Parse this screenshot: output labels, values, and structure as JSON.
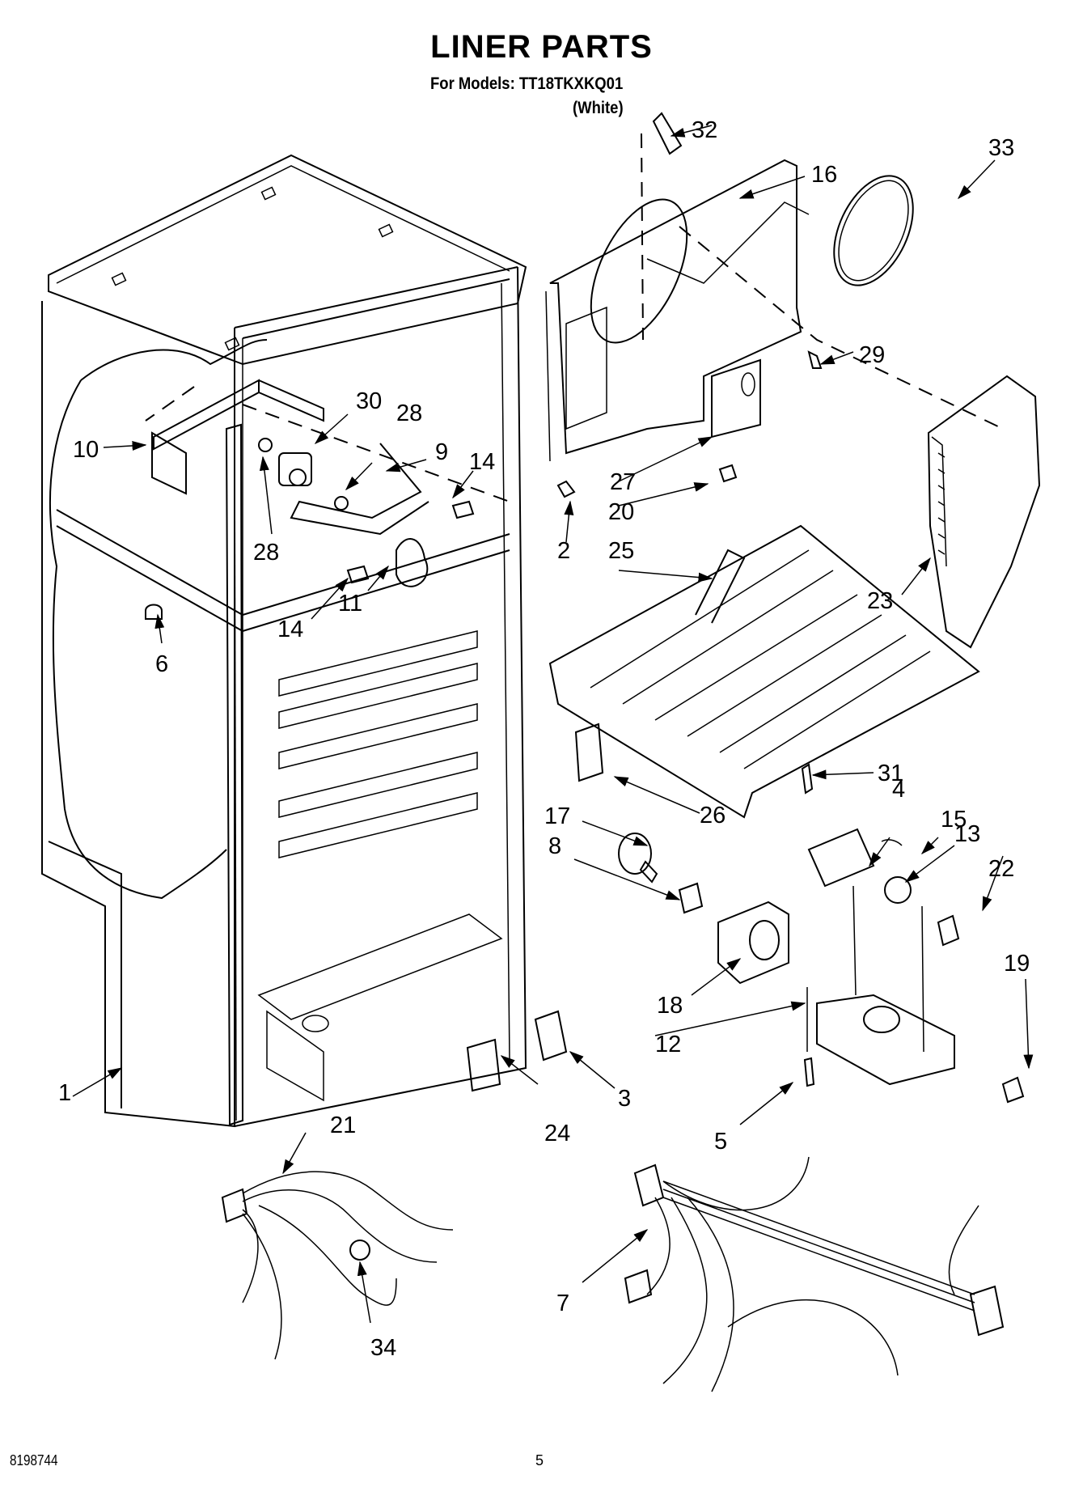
{
  "header": {
    "title": "LINER PARTS",
    "models_line": "For Models: TT18TKXKQ01",
    "color_line": "(White)"
  },
  "footer": {
    "document_number": "8198744",
    "page_number": "5"
  },
  "callouts": [
    {
      "id": "1",
      "label": "1"
    },
    {
      "id": "2",
      "label": "2"
    },
    {
      "id": "3",
      "label": "3"
    },
    {
      "id": "4",
      "label": "4"
    },
    {
      "id": "5",
      "label": "5"
    },
    {
      "id": "6",
      "label": "6"
    },
    {
      "id": "7",
      "label": "7"
    },
    {
      "id": "8",
      "label": "8"
    },
    {
      "id": "9",
      "label": "9"
    },
    {
      "id": "10",
      "label": "10"
    },
    {
      "id": "11",
      "label": "11"
    },
    {
      "id": "12",
      "label": "12"
    },
    {
      "id": "13",
      "label": "13"
    },
    {
      "id": "14a",
      "label": "14"
    },
    {
      "id": "14b",
      "label": "14"
    },
    {
      "id": "15",
      "label": "15"
    },
    {
      "id": "16",
      "label": "16"
    },
    {
      "id": "17",
      "label": "17"
    },
    {
      "id": "18",
      "label": "18"
    },
    {
      "id": "19",
      "label": "19"
    },
    {
      "id": "20",
      "label": "20"
    },
    {
      "id": "21",
      "label": "21"
    },
    {
      "id": "22",
      "label": "22"
    },
    {
      "id": "23",
      "label": "23"
    },
    {
      "id": "24",
      "label": "24"
    },
    {
      "id": "25",
      "label": "25"
    },
    {
      "id": "26",
      "label": "26"
    },
    {
      "id": "27",
      "label": "27"
    },
    {
      "id": "28a",
      "label": "28"
    },
    {
      "id": "28b",
      "label": "28"
    },
    {
      "id": "29",
      "label": "29"
    },
    {
      "id": "30",
      "label": "30"
    },
    {
      "id": "31",
      "label": "31"
    },
    {
      "id": "32",
      "label": "32"
    },
    {
      "id": "33",
      "label": "33"
    },
    {
      "id": "34",
      "label": "34"
    }
  ]
}
